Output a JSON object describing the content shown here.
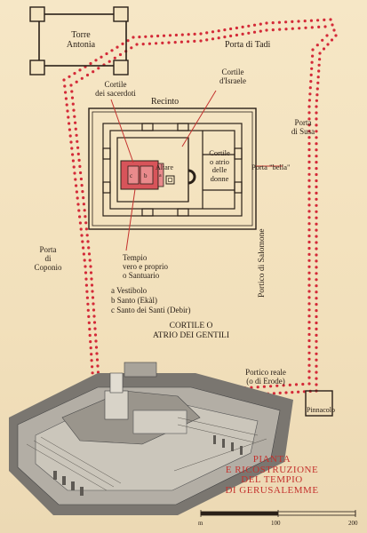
{
  "labels": {
    "torre_antonia": "Torre\nAntonia",
    "porta_tadi": "Porta di Tadi",
    "cortile_sacerdoti": "Cortile\ndei sacerdoti",
    "cortile_israele": "Cortile\nd'Israele",
    "recinto": "Recinto",
    "porta_susa": "Porta\ndi Susa",
    "altare": "Altare",
    "cortile_donne": "Cortile\no atrio\ndelle\ndonne",
    "porta_bella": "Porta \"bella\"",
    "porta_coponio": "Porta\ndi\nCoponio",
    "tempio": "Tempio\nvero e proprio\no Santuario",
    "legend_a": "a Vestibolo",
    "legend_b": "b Santo (Ekàl)",
    "legend_c": "c Santo dei Santi (Debir)",
    "cortile_gentili": "CORTILE O\nATRIO DEI GENTILI",
    "portico_salomone": "Portico di Salomone",
    "portico_reale": "Portico reale\n(o di Erode)",
    "pinnacolo": "Pinnacolo",
    "title": "PIANTA\nE RICOSTRUZIONE\nDEL TEMPIO\nDI GERUSALEMME",
    "letter_a": "a",
    "letter_b": "b",
    "letter_c": "c"
  },
  "scale": {
    "ticks": [
      "m",
      "100",
      "200"
    ]
  },
  "colors": {
    "dots": "#d42a38",
    "sanctuary": "#d8545a",
    "pointer": "#c4322e",
    "title": "#c4322e"
  }
}
